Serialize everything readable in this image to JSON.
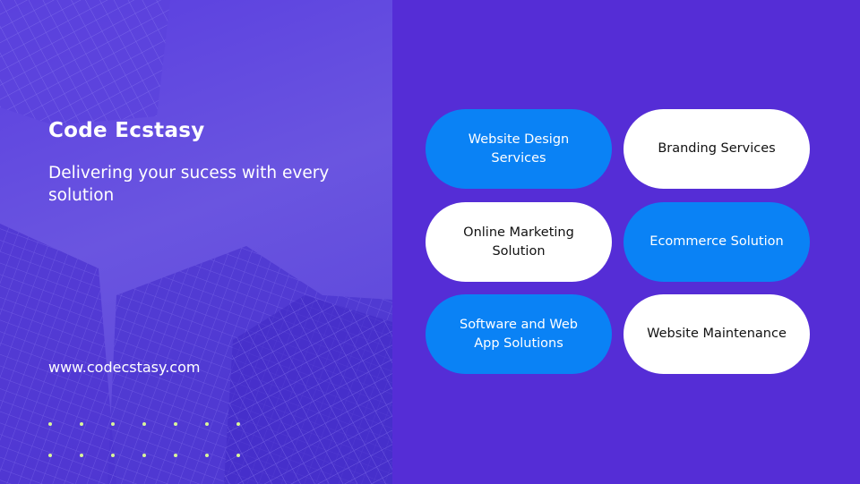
{
  "brand": {
    "name": "Code Ecstasy"
  },
  "tagline": "Delivering your sucess with every solution",
  "website": "www.codecstasy.com",
  "colors": {
    "background": "#552dd6",
    "left_panel": "#6a55e0",
    "pill_blue": "#0a82f5",
    "pill_white": "#ffffff",
    "dot_accent": "#d9f59a"
  },
  "services": [
    {
      "label": "Website Design Services",
      "style": "blue"
    },
    {
      "label": "Branding Services",
      "style": "white"
    },
    {
      "label": "Online Marketing Solution",
      "style": "white"
    },
    {
      "label": "Ecommerce Solution",
      "style": "blue"
    },
    {
      "label": "Software and Web App Solutions",
      "style": "blue"
    },
    {
      "label": "Website Maintenance",
      "style": "white"
    }
  ]
}
